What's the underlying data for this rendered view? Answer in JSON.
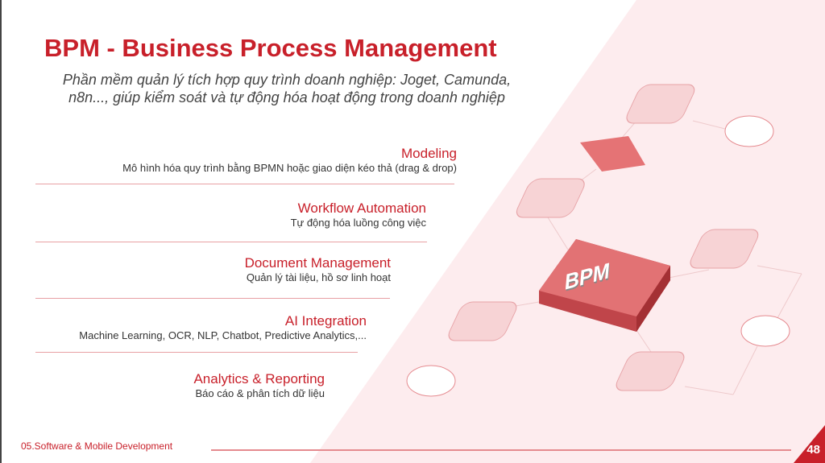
{
  "slide": {
    "title": "BPM - Business Process Management",
    "subtitle_line1": "Phần mềm quản lý tích hợp quy trình doanh nghiệp: Joget, Camunda,",
    "subtitle_line2": "n8n..., giúp kiểm soát và tự động hóa hoạt động trong doanh nghiệp",
    "features": [
      {
        "heading": "Modeling",
        "desc": "Mô hình hóa quy trình bằng BPMN hoặc giao diện kéo thả (drag & drop)"
      },
      {
        "heading": "Workflow Automation",
        "desc": "Tự động hóa luồng công việc"
      },
      {
        "heading": "Document Management",
        "desc": "Quản lý tài liệu, hồ sơ linh hoạt"
      },
      {
        "heading": "AI Integration",
        "desc": "Machine Learning, OCR, NLP, Chatbot, Predictive Analytics,..."
      },
      {
        "heading": "Analytics & Reporting",
        "desc": "Báo cáo & phân tích dữ liệu"
      }
    ],
    "diagram_label": "BPM",
    "footer": "05.Software & Mobile Development",
    "page_number": "48"
  },
  "colors": {
    "accent": "#c8202a",
    "pink_bg": "#fdecee",
    "box_fill": "#f7d3d5",
    "block": "#e06c70"
  }
}
